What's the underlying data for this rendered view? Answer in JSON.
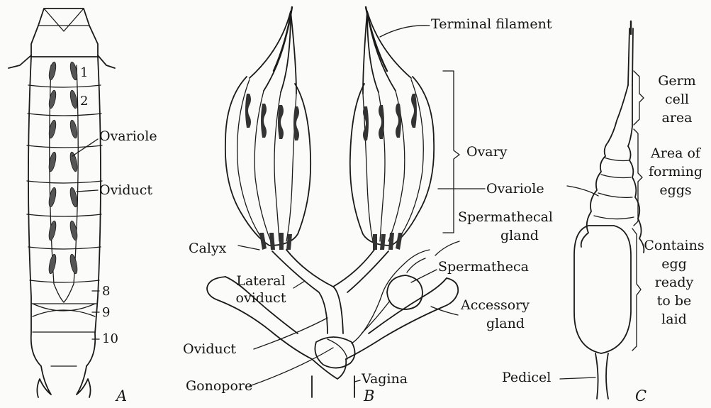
{
  "panels": {
    "a": "A",
    "b": "B",
    "c": "C"
  },
  "panel_a": {
    "segment_1": "1",
    "segment_2": "2",
    "ovariole": "Ovariole",
    "oviduct": "Oviduct",
    "segment_8": "8",
    "segment_9": "9",
    "segment_10": "10"
  },
  "panel_b": {
    "terminal_filament": "Terminal filament",
    "ovary": "Ovary",
    "ovariole": "Ovariole",
    "spermathecal_gland_1": "Spermathecal",
    "spermathecal_gland_2": "gland",
    "calyx": "Calyx",
    "spermatheca": "Spermatheca",
    "lateral_oviduct_1": "Lateral",
    "lateral_oviduct_2": "oviduct",
    "accessory_gland_1": "Accessory",
    "accessory_gland_2": "gland",
    "oviduct": "Oviduct",
    "gonopore": "Gonopore",
    "vagina": "Vagina"
  },
  "panel_c": {
    "germ_cell_area_1": "Germ",
    "germ_cell_area_2": "cell",
    "germ_cell_area_3": "area",
    "forming_eggs_1": "Area of",
    "forming_eggs_2": "forming",
    "forming_eggs_3": "eggs",
    "contains_egg_1": "Contains",
    "contains_egg_2": "egg",
    "contains_egg_3": "ready",
    "contains_egg_4": "to be",
    "contains_egg_5": "laid",
    "pedicel": "Pedicel"
  }
}
